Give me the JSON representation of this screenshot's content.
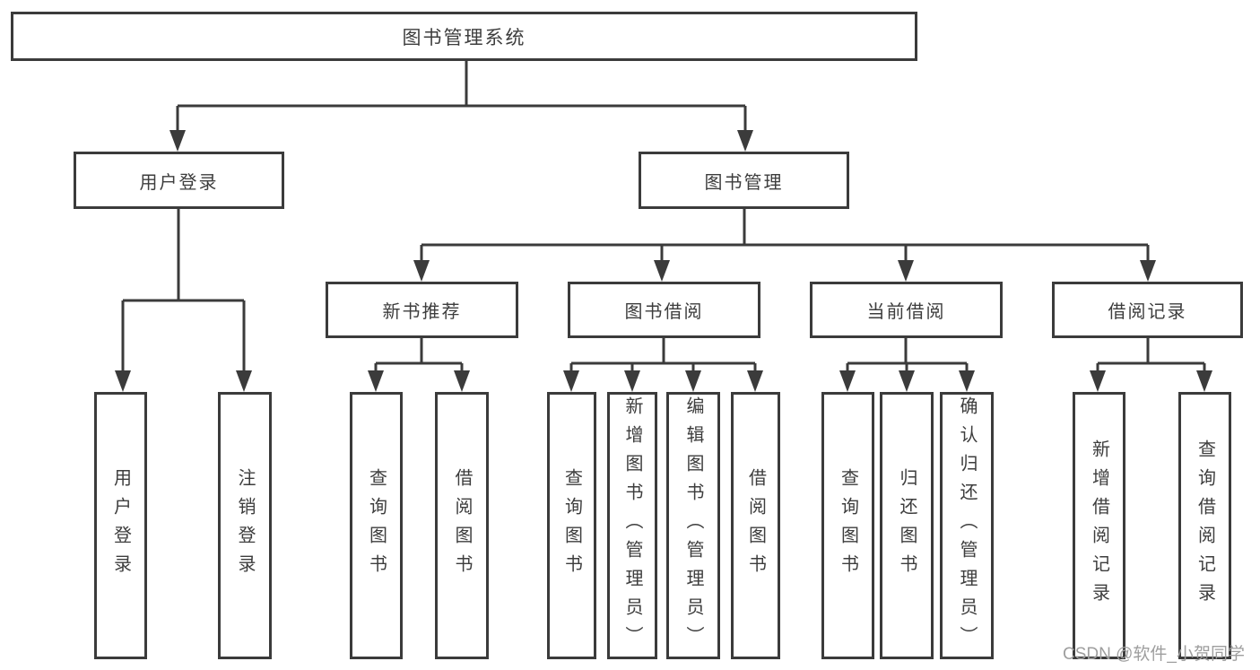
{
  "diagram_title": "图书管理系统",
  "colors": {
    "line": "#3b3b3b",
    "text": "#3d3d3d",
    "background": "#ffffff",
    "watermark": "#9e9e9e"
  },
  "nodes": {
    "root": "图书管理系统",
    "level2": {
      "user_login": "用户登录",
      "book_mgmt": "图书管理"
    },
    "level3": {
      "new_book_rec": "新书推荐",
      "book_borrow": "图书借阅",
      "current_borrow": "当前借阅",
      "borrow_record": "借阅记录"
    },
    "leaves": {
      "user_login": [
        "用户登录",
        "注销登录"
      ],
      "new_book_rec": [
        "查询图书",
        "借阅图书"
      ],
      "book_borrow": [
        "查询图书",
        "新增图书（管理员）",
        "编辑图书（管理员）",
        "借阅图书"
      ],
      "current_borrow": [
        "查询图书",
        "归还图书",
        "确认归还（管理员）"
      ],
      "borrow_record": [
        "新增借阅记录",
        "查询借阅记录"
      ]
    }
  },
  "watermark": "CSDN @软件_小贺同学"
}
